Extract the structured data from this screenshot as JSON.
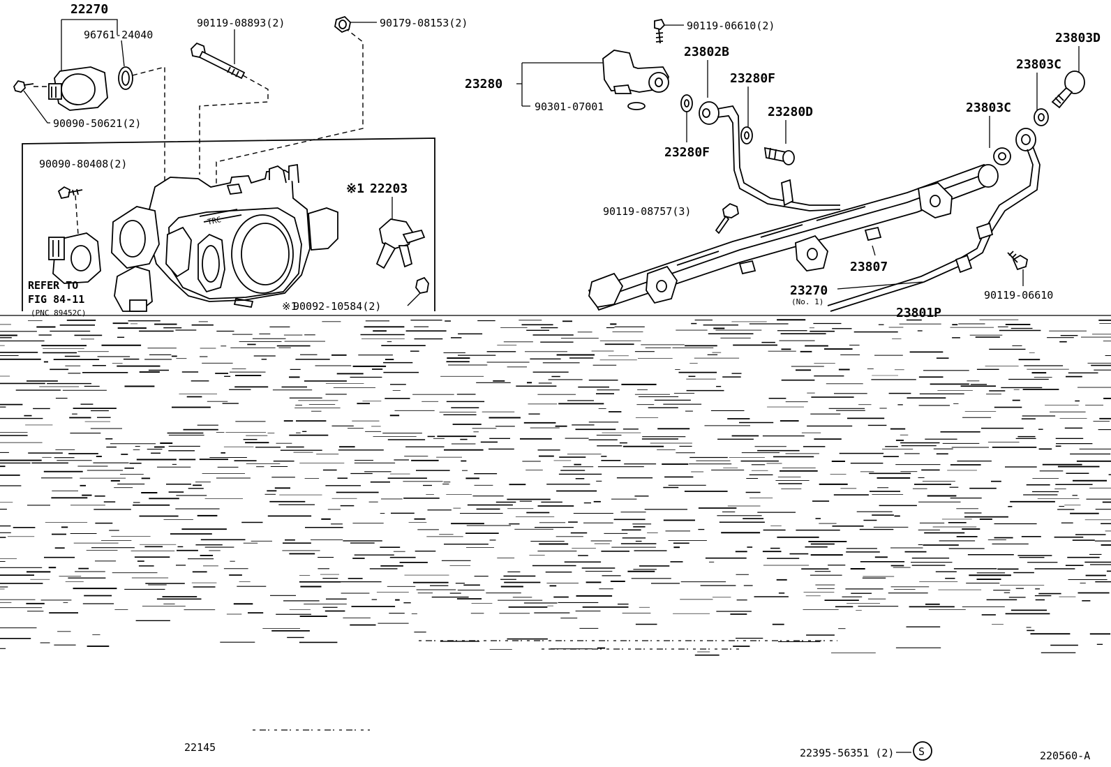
{
  "diagram_id": "220560-A",
  "labels": {
    "p22270": "22270",
    "p96761": "96761-24040",
    "p90119_08893": "90119-08893(2)",
    "p90179": "90179-08153(2)",
    "p90090_50621": "90090-50621(2)",
    "p90090_80408": "90090-80408(2)",
    "p22203": "22203",
    "p22203_mark": "※1",
    "p90092": "90092-10584(2)",
    "p90092_mark": "※1",
    "refer_line1": "REFER TO",
    "refer_line2": "FIG 84-11",
    "refer_line3": "(PNC 89452C)",
    "tb_stamp": "TRC",
    "p90119_06610_top": "90119-06610(2)",
    "p23280": "23280",
    "p90301": "90301-07001",
    "p23802B": "23802B",
    "p23280F_upper": "23280F",
    "p23280D": "23280D",
    "p23280F_lower": "23280F",
    "p23803D": "23803D",
    "p23803C_upper": "23803C",
    "p23803C_lower": "23803C",
    "p90119_08757": "90119-08757(3)",
    "p23807": "23807",
    "p23270": "23270",
    "p23270_sub": "(No. 1)",
    "p23801P": "23801P",
    "p90119_06610_right": "90119-06610",
    "p22145": "22145",
    "p22395": "22395-56351 (2)",
    "s_symbol": "S"
  }
}
